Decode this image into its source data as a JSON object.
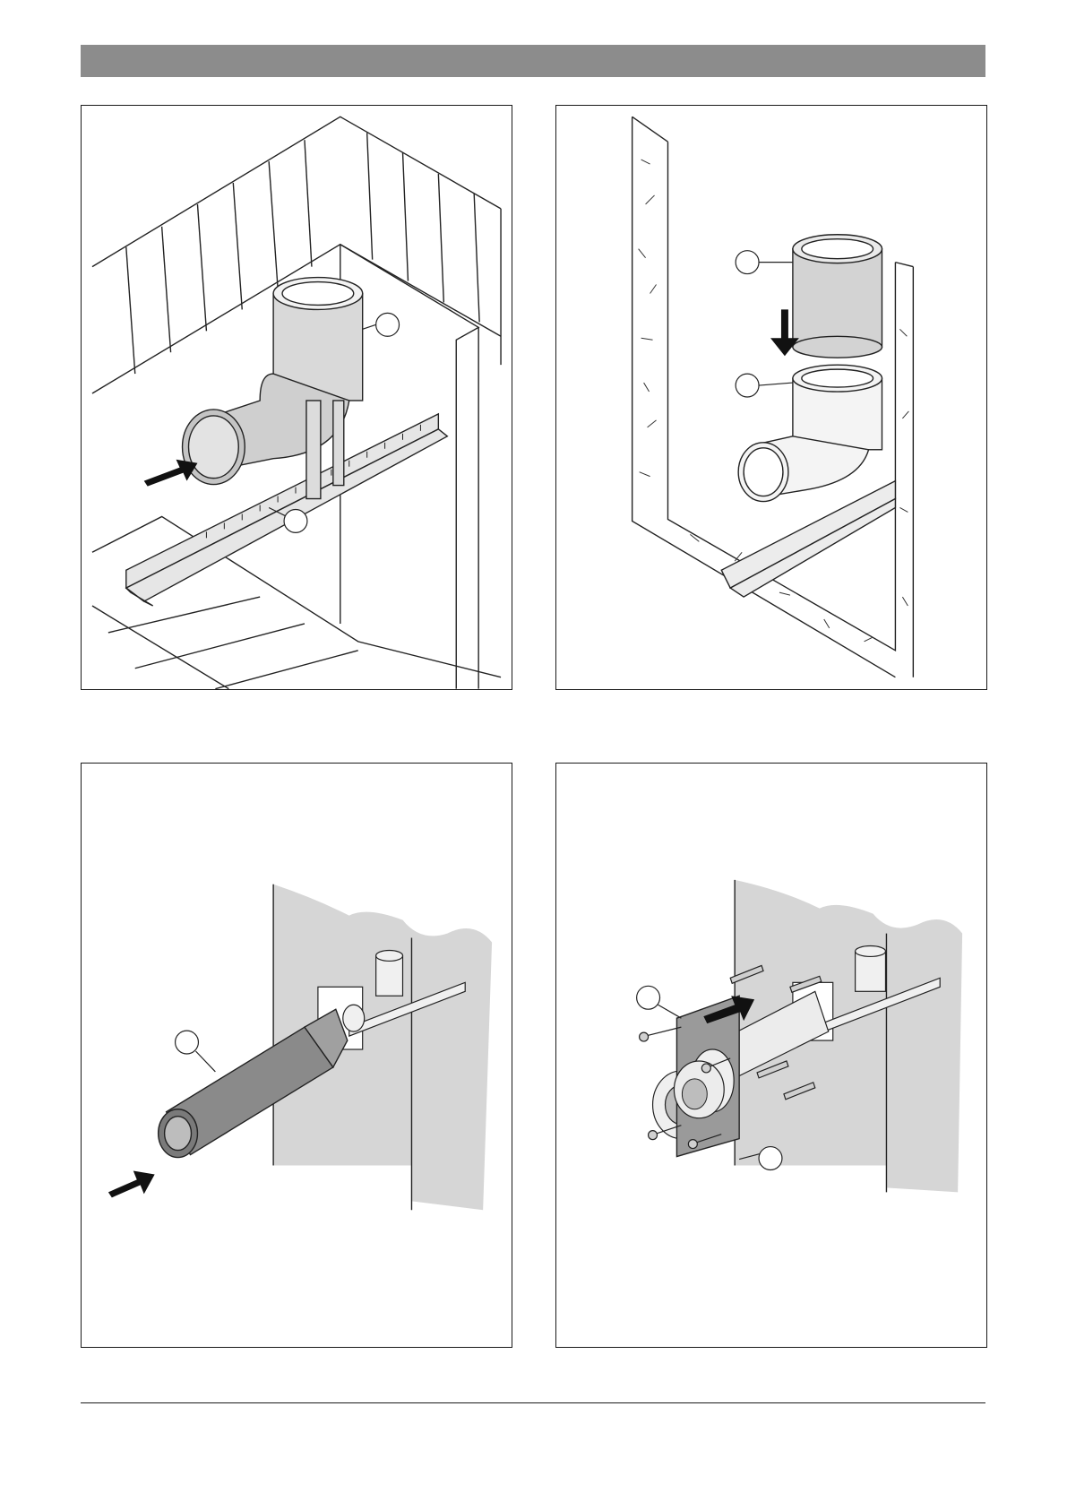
{
  "page": {
    "header_bar_color": "#8c8c8c",
    "panels": [
      {
        "id": "fig-1",
        "callouts": [
          "",
          ""
        ]
      },
      {
        "id": "fig-2",
        "callouts": [
          "",
          ""
        ]
      },
      {
        "id": "fig-3",
        "callouts": [
          ""
        ]
      },
      {
        "id": "fig-4",
        "callouts": [
          "",
          ""
        ]
      }
    ]
  },
  "icons": [
    "arrow-icon",
    "pipe-elbow-icon",
    "wall-plate-icon",
    "screw-icon",
    "wall-plug-icon"
  ]
}
